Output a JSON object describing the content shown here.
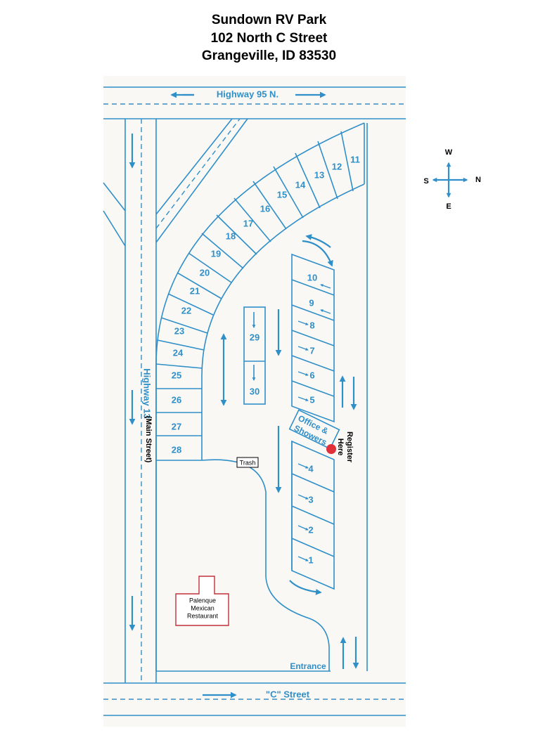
{
  "title": {
    "line1": "Sundown RV Park",
    "line2": "102 North C Street",
    "line3": "Grangeville, ID 83530"
  },
  "roads": {
    "highway95": "Highway 95 N.",
    "highway13": "Highway 13",
    "main_street": "(Main Street)",
    "c_street": "\"C\" Street",
    "entrance": "Entrance"
  },
  "compass": {
    "north": "N",
    "south": "S",
    "east": "E",
    "west": "W"
  },
  "labels": {
    "trash": "Trash",
    "office_line1": "Office &",
    "office_line2": "Showers",
    "register_line1": "Register",
    "register_line2": "Here",
    "restaurant_line1": "Palenque",
    "restaurant_line2": "Mexican",
    "restaurant_line3": "Restaurant"
  },
  "lots": {
    "curve": [
      "28",
      "27",
      "26",
      "25",
      "24",
      "23",
      "22",
      "21",
      "20",
      "19",
      "18",
      "17",
      "16",
      "15",
      "14",
      "13",
      "12",
      "11"
    ],
    "right": [
      "1",
      "2",
      "3",
      "4",
      "5",
      "6",
      "7",
      "8",
      "9",
      "10"
    ],
    "center": [
      "29",
      "30"
    ]
  },
  "colors": {
    "map_blue": "#2f8fc9",
    "register_dot": "#e0303a",
    "restaurant_outline": "#c0303a"
  }
}
